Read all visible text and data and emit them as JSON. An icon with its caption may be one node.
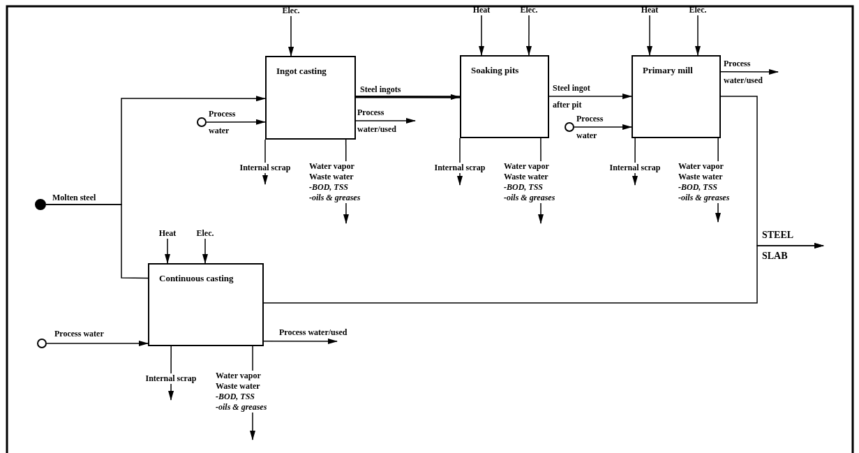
{
  "diagram": {
    "nodes": [
      {
        "text": [
          "Ingot casting"
        ]
      },
      {
        "text": [
          "Soaking pits"
        ]
      },
      {
        "text": [
          "Primary mill"
        ]
      },
      {
        "text": [
          "Continuous casting"
        ]
      },
      {
        "text": [],
        "shape": "circle"
      },
      {
        "text": [],
        "shape": "circle"
      },
      {
        "text": [],
        "shape": "circle"
      },
      {
        "text": [],
        "shape": "circle"
      },
      {
        "text": [
          "Elec."
        ]
      },
      {
        "text": [
          "Heat"
        ]
      },
      {
        "text": [
          "Elec."
        ]
      },
      {
        "text": [
          "Heat"
        ]
      },
      {
        "text": [
          "Elec."
        ]
      },
      {
        "text": [
          "Heat"
        ]
      },
      {
        "text": [
          "Elec."
        ]
      }
    ],
    "edges": [
      {
        "from": 4,
        "to": 0,
        "arrow": "to",
        "label": "Molten steel"
      },
      {
        "from": 4,
        "to": 3,
        "arrow": "none"
      },
      {
        "from": 5,
        "to": 0,
        "arrow": "to",
        "label": "Process water"
      },
      {
        "from": 7,
        "to": 3,
        "arrow": "to",
        "label": "Process water"
      },
      {
        "from": 6,
        "to": 2,
        "arrow": "to",
        "label": "Process water"
      },
      {
        "from": 8,
        "to": 0,
        "arrow": "to"
      },
      {
        "from": 9,
        "to": 1,
        "arrow": "to"
      },
      {
        "from": 10,
        "to": 1,
        "arrow": "to"
      },
      {
        "from": 11,
        "to": 2,
        "arrow": "to"
      },
      {
        "from": 12,
        "to": 2,
        "arrow": "to"
      },
      {
        "from": 13,
        "to": 3,
        "arrow": "to"
      },
      {
        "from": 14,
        "to": 3,
        "arrow": "to"
      },
      {
        "from": 0,
        "to": 1,
        "arrow": "to",
        "label": "Steel ingots",
        "style": "thick"
      },
      {
        "from": 1,
        "to": 2,
        "arrow": "to",
        "label": "Steel ingot after pit"
      },
      {
        "from": 0,
        "to": null,
        "arrow": "to",
        "label": "Process water/used"
      },
      {
        "from": 2,
        "to": null,
        "arrow": "to",
        "label": "Process water/used"
      },
      {
        "from": 3,
        "to": null,
        "arrow": "to",
        "label": "Process water/used"
      },
      {
        "from": 2,
        "to": null,
        "arrow": "to",
        "label": "STEEL SLAB"
      },
      {
        "from": 3,
        "to": null,
        "arrow": "to"
      },
      {
        "from": 0,
        "to": null,
        "arrow": "to",
        "label": "Internal scrap"
      },
      {
        "from": 0,
        "to": null,
        "arrow": "to",
        "label": "Water vapor Waste water *-BOD, TSS* *-oils & greases*"
      },
      {
        "from": 1,
        "to": null,
        "arrow": "to",
        "label": "Internal scrap"
      },
      {
        "from": 1,
        "to": null,
        "arrow": "to",
        "label": "Water vapor Waste water *-BOD, TSS* *-oils & greases*"
      },
      {
        "from": 2,
        "to": null,
        "arrow": "to",
        "label": "Internal scrap"
      },
      {
        "from": 2,
        "to": null,
        "arrow": "to",
        "label": "Water vapor Waste water *-BOD, TSS* *-oils & greases*"
      },
      {
        "from": 3,
        "to": null,
        "arrow": "to",
        "label": "Internal scrap"
      },
      {
        "from": 3,
        "to": null,
        "arrow": "to",
        "label": "Water vapor Waste water *-BOD, TSS* *-oils & greases*"
      }
    ]
  }
}
